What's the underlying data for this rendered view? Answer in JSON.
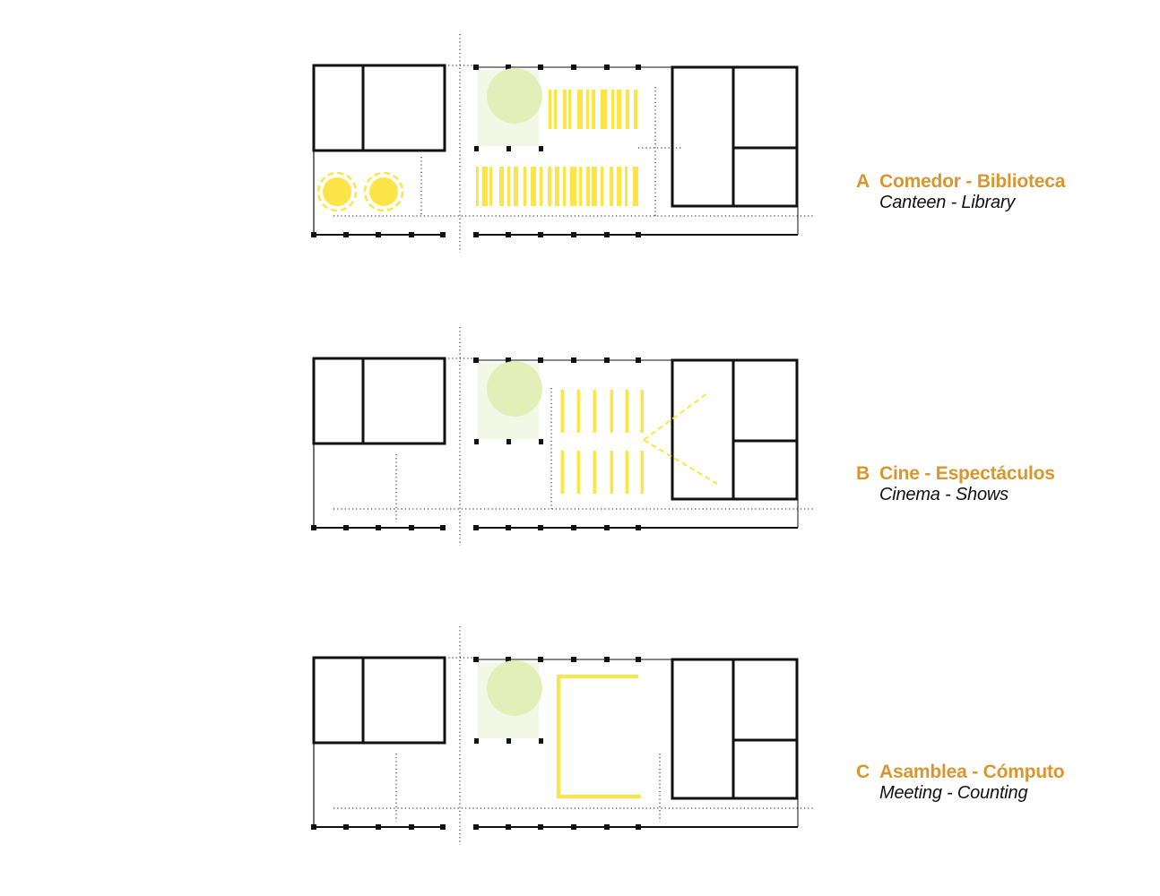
{
  "colors": {
    "accent_text": "#d9962e",
    "highlight": "#fde447",
    "garden": "#e3efb9",
    "garden_fill": "#f3f8e6",
    "line": "#111111"
  },
  "plans": [
    {
      "letter": "A",
      "title": "Comedor - Biblioteca",
      "subtitle": "Canteen - Library",
      "layout": "tables-and-shelves"
    },
    {
      "letter": "B",
      "title": "Cine - Espectáculos",
      "subtitle": "Cinema - Shows",
      "layout": "cinema-seating"
    },
    {
      "letter": "C",
      "title": "Asamblea - Cómputo",
      "subtitle": "Meeting - Counting",
      "layout": "assembly-table"
    }
  ]
}
